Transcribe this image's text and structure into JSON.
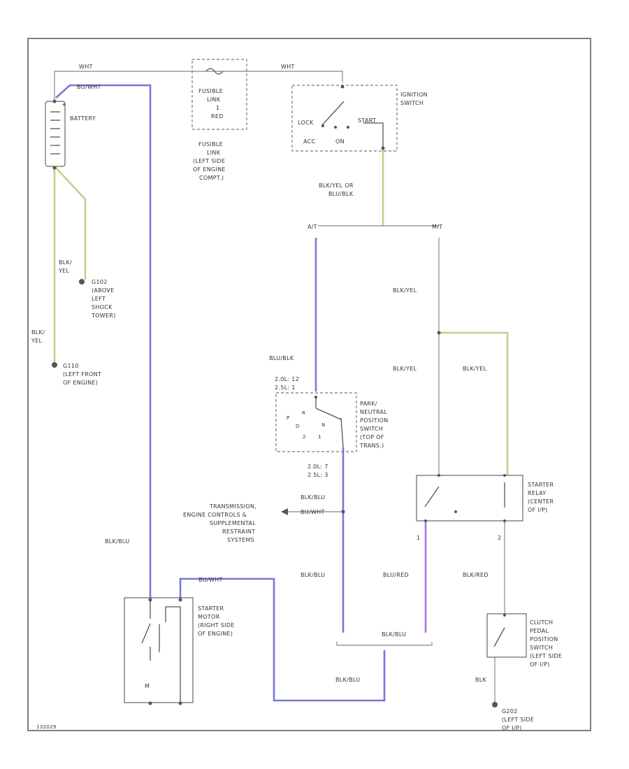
{
  "labels": {
    "wht_left": "WHT",
    "wht_right": "WHT",
    "bu_wht_top": "BU/WHT",
    "fusible_box": [
      "FUSIBLE",
      "LINK",
      "1",
      "RED"
    ],
    "fusible_note": [
      "FUSIBLE",
      "LINK",
      "(LEFT SIDE",
      "OF ENGINE",
      "COMPT.)"
    ],
    "ignition": [
      "IGNITION",
      "SWITCH"
    ],
    "lock": "LOCK",
    "acc": "ACC",
    "on": "ON",
    "start": "START",
    "battery": "BATTERY",
    "plus": "+",
    "ground_top_wire": [
      "BLK/",
      "YEL"
    ],
    "g102": [
      "G102",
      "(ABOVE",
      "LEFT",
      "SHOCK",
      "TOWER)"
    ],
    "ground_left_wire": [
      "BLK/",
      "YEL"
    ],
    "g110": [
      "G110",
      "(LEFT FRONT",
      "OF ENGINE)"
    ],
    "ign_feed": [
      "BLK/YEL OR",
      "BLU/BLK"
    ],
    "at": "A/T",
    "mt": "M/T",
    "blk_yel_1": "BLK/YEL",
    "blk_yel_2": "BLK/YEL",
    "blk_yel_3": "BLK/YEL",
    "blu_blk": "BLU/BLK",
    "pnp_cal_top": [
      "2.0L: 12",
      "2.5L: 1"
    ],
    "pnp": [
      "PARK/",
      "NEUTRAL",
      "POSITION",
      "SWITCH",
      "(TOP OF",
      "TRANS.)"
    ],
    "pnp_positions": [
      "P",
      "R",
      "N",
      "D",
      "2",
      "1"
    ],
    "pnp_cal_bottom": [
      "2.0L: 7",
      "2.5L: 3"
    ],
    "blk_blu_pnp": "BLK/BLU",
    "bu_wht_mid": "BU/WHT",
    "trans_ctrl": [
      "TRANSMISSION,",
      "ENGINE CONTROLS &",
      "SUPPLEMENTAL",
      "RESTRAINT",
      "SYSTEMS"
    ],
    "starter_relay": [
      "STARTER",
      "RELAY",
      "(CENTER",
      "OF I/P)"
    ],
    "relay_pin_left": "1",
    "relay_pin_right": "2",
    "blk_blu_left": "BLK/BLU",
    "blk_blu_mid": "BLK/BLU",
    "blu_red": "BLU/RED",
    "blk_red": "BLK/RED",
    "bu_wht_starter": "BU/WHT",
    "starter_motor": [
      "STARTER",
      "MOTOR",
      "(RIGHT SIDE",
      "OF ENGINE)"
    ],
    "motor_m": "M",
    "blk_blu_splice": "BLK/BLU",
    "blk_blu_bottom": "BLK/BLU",
    "clutch": [
      "CLUTCH",
      "PEDAL",
      "POSITION",
      "SWITCH",
      "(LEFT SIDE",
      "OF I/P)"
    ],
    "blk": "BLK",
    "g202": [
      "G202",
      "(LEFT SIDE",
      "OF I/P)"
    ],
    "figure_id": "132029"
  },
  "wire_colors": {
    "blue": "#7777dd",
    "yellow": "#c8cc88",
    "violet": "#b070e0",
    "gray": "#999999"
  }
}
